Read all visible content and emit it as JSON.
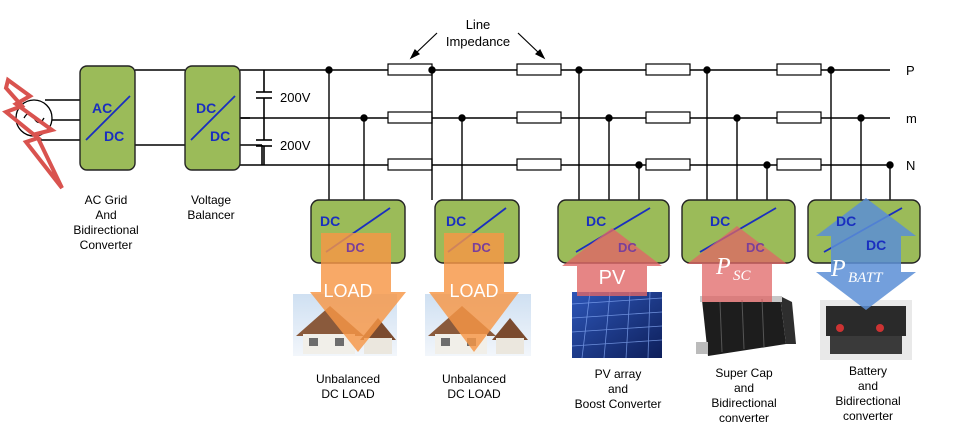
{
  "rails": [
    "P",
    "m",
    "N"
  ],
  "line_impedance": [
    "Line",
    "Impedance"
  ],
  "voltages": [
    "200V",
    "200V"
  ],
  "ac_converter": {
    "top": "AC",
    "bottom": "DC",
    "caption": [
      "AC Grid",
      "And",
      "Bidirectional",
      "Converter"
    ]
  },
  "balancer": {
    "top": "DC",
    "bottom": "DC",
    "caption": [
      "Voltage",
      "Balancer"
    ]
  },
  "modules": [
    {
      "top": "DC",
      "bottom": "DC",
      "arrow": "LOAD",
      "caption": [
        "Unbalanced",
        "DC LOAD"
      ]
    },
    {
      "top": "DC",
      "bottom": "DC",
      "arrow": "LOAD",
      "caption": [
        "Unbalanced",
        "DC LOAD"
      ]
    },
    {
      "top": "DC",
      "bottom": "DC",
      "arrow": "PV",
      "caption": [
        "PV array",
        "and",
        "Boost Converter"
      ]
    },
    {
      "top": "DC",
      "bottom": "DC",
      "arrow_main": "P",
      "arrow_sub": "SC",
      "caption": [
        "Super Cap",
        "and",
        "Bidirectional",
        "converter"
      ]
    },
    {
      "top": "DC",
      "bottom": "DC",
      "arrow_main": "P",
      "arrow_sub": "BATT",
      "caption": [
        "Battery",
        "and",
        "Bidirectional",
        "converter"
      ]
    }
  ],
  "colors": {
    "box_fill": "#9bbb59",
    "load_arrow": "#f79646",
    "pv_arrow": "#e06666",
    "batt_arrow": "#5b8ed6",
    "lightning": "#d9534f"
  }
}
